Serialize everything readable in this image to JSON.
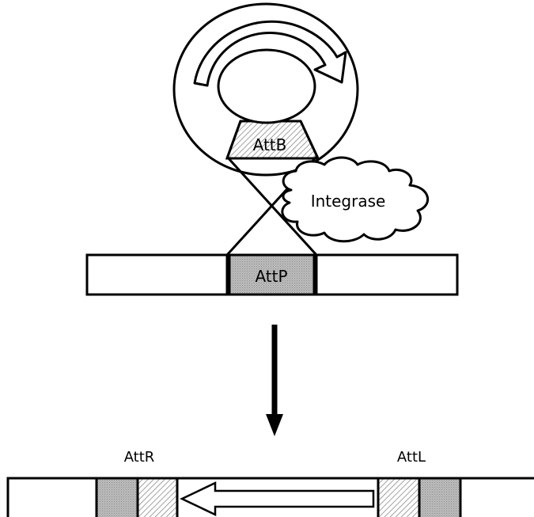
{
  "labels": {
    "attb": "AttB",
    "integrase": "Integrase",
    "attp": "AttP",
    "attr": "AttR",
    "attl": "AttL"
  },
  "colors": {
    "stroke": "#000000",
    "background": "#ffffff",
    "attp_fill": "#b8b8b8",
    "hatch": "#8a8a8a"
  }
}
